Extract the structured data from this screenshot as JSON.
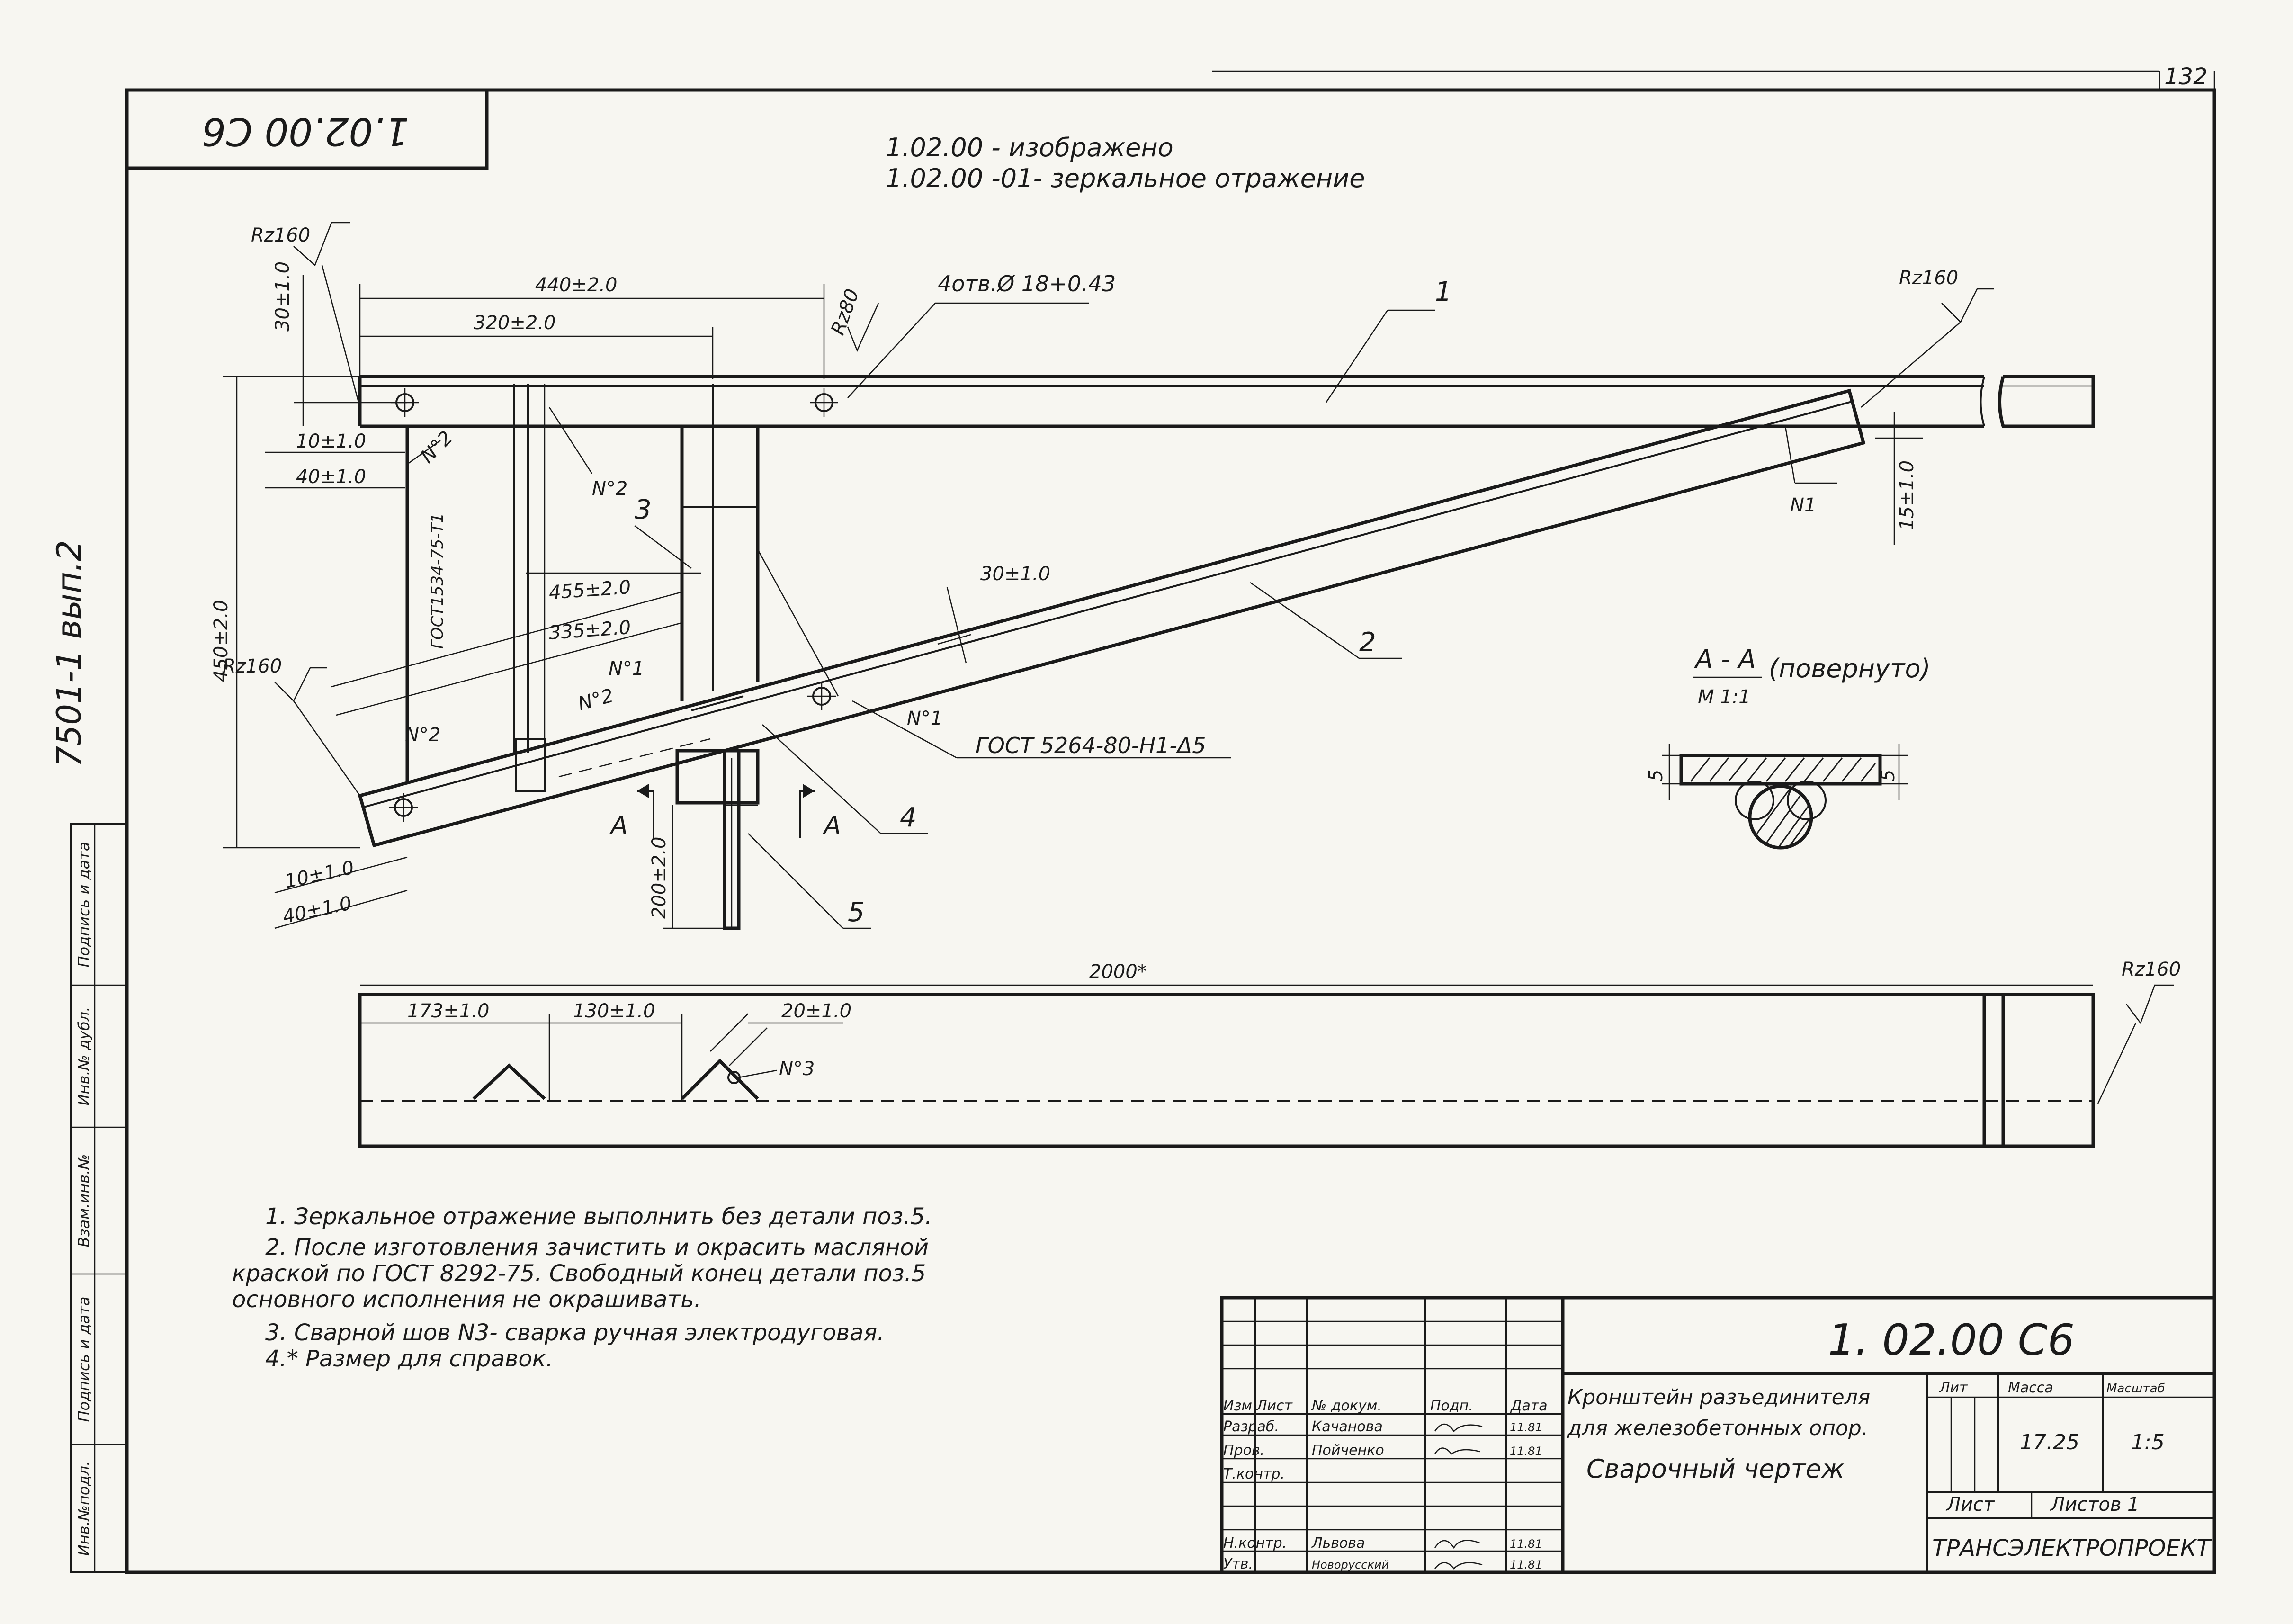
{
  "sheet": {
    "page_number": "132",
    "stamp_code": "1.02.00 C6",
    "side_series": "7501-1 вып.2",
    "side_fields": [
      "Инв.№подл.",
      "Подпись и дата",
      "Взам.инв.№",
      "Инв.№ дубл.",
      "Подпись и дата"
    ]
  },
  "header": {
    "line1": "1.02.00   - изображено",
    "line2": "1.02.00  -01- зеркальное отражение"
  },
  "dimensions": {
    "d440": "440±2.0",
    "d320": "320±2.0",
    "d30v": "30±1.0",
    "d10a": "10±1.0",
    "d40a": "40±1.0",
    "d450": "450±2.0",
    "d455": "455±2.0",
    "d335": "335±2.0",
    "d30s": "30±1.0",
    "d15": "15±1.0",
    "d10b": "10±1.0",
    "d40b": "40±1.0",
    "d200": "200±2.0",
    "d2000": "2000*",
    "d173": "173±1.0",
    "d130": "130±1.0",
    "d20": "20±1.0",
    "holes": "4отв.Ø 18+0.43"
  },
  "roughness": {
    "r1": "Rz160",
    "r2": "Rz160",
    "r3": "Rz160",
    "r4": "Rz160",
    "r5": "Rz80"
  },
  "callouts": {
    "c1": "1",
    "c2": "2",
    "c3": "3",
    "c4": "4",
    "c5": "5"
  },
  "welds": {
    "w2a": "N°2",
    "w2b": "N°2",
    "w2c": "N°2",
    "w2d": "N°2",
    "w1a": "N°1",
    "w1b": "N°1",
    "wN1": "N1",
    "w3": "N°3",
    "gost_vert": "ГОСТ1534-75-Т1",
    "gost_weld": "ГОСТ 5264-80-Н1-Δ5"
  },
  "section": {
    "a_left": "А",
    "a_right": "А",
    "title": "А - А",
    "scale": "М 1:1",
    "rotated": "(повернуто)",
    "d5a": "5",
    "d5b": "5"
  },
  "notes": [
    "1. Зеркальное отражение выполнить без детали поз.5.",
    "2. После изготовления зачистить и окрасить масляной",
    "краской по ГОСТ 8292-75. Свободный конец детали поз.5",
    "основного исполнения не окрашивать.",
    "3. Сварной шов N3- сварка ручная электродуговая.",
    "4.* Размер для справок."
  ],
  "title_block": {
    "code": "1. 02.00 С6",
    "name1": "Кронштейн разъединителя",
    "name2": "для железобетонных опор.",
    "name3": "Сварочный чертеж",
    "col_izm": "Изм",
    "col_list": "Лист",
    "col_doc": "№ докум.",
    "col_sign": "Подп.",
    "col_date": "Дата",
    "r1_role": "Разраб.",
    "r1_name": "Качанова",
    "r1_date": "11.81",
    "r2_role": "Пров.",
    "r2_name": "Пойченко",
    "r2_date": "11.81",
    "r3_role": "Т.контр.",
    "r4_role": "Н.контр.",
    "r4_name": "Львова",
    "r4_date": "11.81",
    "r5_role": "Утв.",
    "r5_name": "Новорусский",
    "r5_date": "11.81",
    "lit": "Лит",
    "mass": "Масса",
    "scale_h": "Масштаб",
    "mass_val": "17.25",
    "scale_val": "1:5",
    "sheet": "Лист",
    "sheets": "Листов 1",
    "org": "ТРАНСЭЛЕКТРОПРОЕКТ"
  }
}
